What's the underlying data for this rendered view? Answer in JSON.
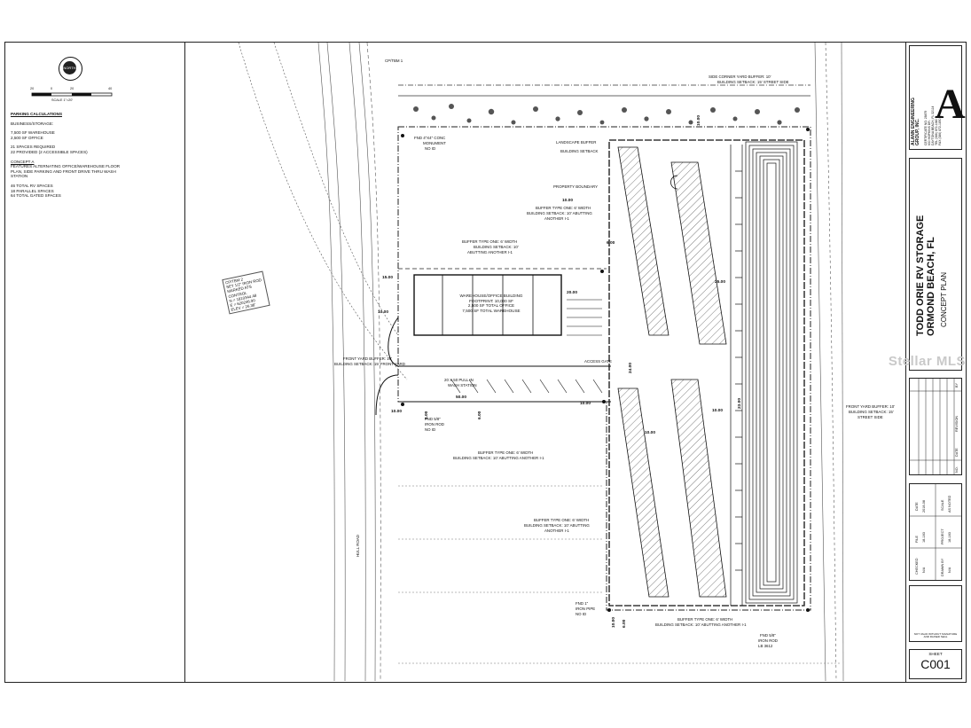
{
  "north_label": "NORTH",
  "scale": {
    "ticks": [
      "20",
      "0",
      "20",
      "40"
    ],
    "label": "SCALE 1\"=20'"
  },
  "notes": {
    "heading": "PARKING CALCULATIONS",
    "business_heading": "BUSINESS/STORAGE:",
    "lines1": [
      "7,500 SF WAREHOUSE",
      "2,500 SF OFFICE"
    ],
    "lines2": [
      "21 SPACES REQUIRED",
      "22 PROVIDED (2 ACCESSIBLE SPACES)"
    ],
    "concept_heading": "CONCEPT A",
    "concept_lines": [
      "FEATURES ALTERNATING OFFICE/WAREHOUSE FLOOR",
      "PLAN, SIDE PARKING AND FRONT DRIVE THRU WASH",
      "STATION"
    ],
    "totals": [
      "46 TOTAL RV SPACES",
      "18 PARALLEL SPACES",
      "64 TOTAL GATED SPACES"
    ]
  },
  "plan_labels": {
    "side_corner_buffer": "SIDE CORNER YARD BUFFER: 10'",
    "side_corner_setback": "BUILDING SETBACK: 15' STREET SIDE",
    "landscape_buffer": "LANDSCAPE BUFFER",
    "building_setback": "BUILDING SETBACK",
    "property_boundary": "PROPERTY BOUNDARY",
    "buffer_a1": "BUFFER TYPE ONE: 6' WIDTH",
    "buffer_a2": "BUILDING SETBACK: 10' ABUTTING",
    "buffer_a3": "ANOTHER I-1",
    "buffer_b1": "BUFFER TYPE ONE: 6' WIDTH",
    "buffer_b2": "BUILDING SETBACK: 10'",
    "buffer_b3": "ABUTTING ANOTHER I-1",
    "building1": "WAREHOUSE/OFFICE BUILDING",
    "building2": "FOOTPRINT: 10,000 SF",
    "building3": "2,500 SF TOTAL OFFICE",
    "building4": "7,500 SF TOTAL WAREHOUSE",
    "front_buffer1": "FRONT YARD BUFFER: 10'",
    "front_buffer2": "BUILDING SETBACK: 15' FRONT YARD",
    "wash1": "20 X 50 PULL IN",
    "wash2": "WASH STATION",
    "access_gate": "ACCESS GATE",
    "buffer_c1": "BUFFER TYPE ONE: 6' WIDTH",
    "buffer_c2": "BUILDING SETBACK: 10' ABUTTING ANOTHER I-1",
    "buffer_d1": "BUFFER TYPE ONE: 6' WIDTH",
    "buffer_d2": "BUILDING SETBACK: 10' ABUTTING",
    "buffer_d3": "ANOTHER I-1",
    "buffer_e1": "BUFFER TYPE ONE: 6' WIDTH",
    "buffer_e2": "BUILDING SETBACK: 10' ABUTTING ANOTHER I-1",
    "front_right1": "FRONT YARD BUFFER: 10'",
    "front_right2": "BUILDING SETBACK: 15'",
    "front_right3": "STREET SIDE",
    "fnd_monument1": "FND 4\"X4\" CONC",
    "fnd_monument2": "MONUMENT",
    "fnd_monument3": "NO ID",
    "fnd_rod1": "FND 5/8\"",
    "fnd_rod2": "IRON ROD",
    "fnd_rod3": "NO ID",
    "fnd_pipe1": "FND 1\"",
    "fnd_pipe2": "IRON PIPE",
    "fnd_pipe3": "NO ID",
    "fnd_rod_lb1": "FND 5/8\"",
    "fnd_rod_lb2": "IRON ROD",
    "fnd_rod_lb3": "LB 3612",
    "cp1": "CP/TBM 1",
    "cp2_1": "CP/TBM 2",
    "cp2_2": "SET 1/2\" IRON ROD",
    "cp2_3": "MARKED ATS",
    "cp2_4": "CONTROL",
    "cp2_5": "N = 1810344.48",
    "cp2_6": "E = 620246.90",
    "cp2_7": "ELEV = 26.38'",
    "road": "HULL ROAD"
  },
  "dimensions": {
    "d1": "10.00",
    "d2": "10.00",
    "d3": "15.00",
    "d4": "10.00",
    "d5": "20.00",
    "d6": "25.00",
    "d7": "24.00",
    "d8": "10.00",
    "d9": "50.00",
    "d10": "10.00",
    "d11": "6.00",
    "d12": "10.00",
    "d13": "6.00",
    "d14": "23.00",
    "d15": "10.00",
    "d16": "6.00",
    "d17": "10.00",
    "d18": "6.00"
  },
  "title_block": {
    "firm1": "ALANN ENGINEERING",
    "firm2": "GROUP, INC.",
    "firm3": "CERTIFICATE No. 28479",
    "firm4": "630 HOPKINS DR.",
    "firm5": "DAYTONA BEACH, FL 32114",
    "firm6": "TEL (386) 872-1840",
    "firm7": "FAX (386) 872-1850",
    "project1": "TODD ORIE RV STORAGE",
    "project2": "ORMOND BEACH, FL",
    "project3": "CONCEPT PLAN",
    "rev_header": [
      "NO.",
      "DATE",
      "REVISION",
      "BY"
    ],
    "info": [
      "DATE",
      "2018-08",
      "SCALE",
      "AS NOTED",
      "FILE",
      "18-183",
      "PROJECT",
      "18-183",
      "CHECKED",
      "N/A",
      "DRAWN BY",
      "N/A"
    ],
    "seal": "NOT VALID WITHOUT SIGNATURE AND RAISED SEAL",
    "sheet_label": "SHEET",
    "sheet_number": "C001"
  },
  "watermark": "Stellar MLS"
}
